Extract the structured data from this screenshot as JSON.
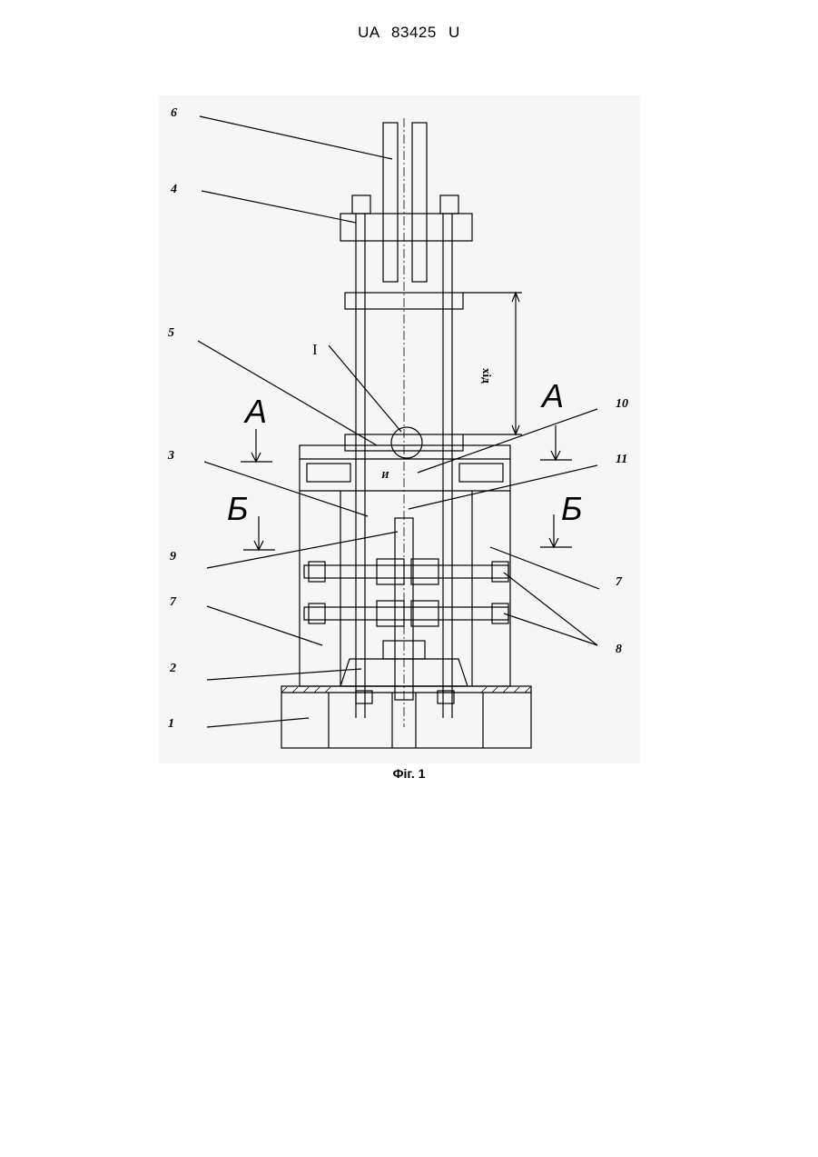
{
  "header": {
    "doc_id": "UA   83425   U"
  },
  "figure": {
    "caption": "Фіг. 1",
    "labels": {
      "n1": "1",
      "n2": "2",
      "n3": "3",
      "n4": "4",
      "n5": "5",
      "n6": "6",
      "n7a": "7",
      "n7b": "7",
      "n8": "8",
      "n9": "9",
      "n10": "10",
      "n11": "11"
    },
    "sections": {
      "a_left": "А",
      "a_right": "А",
      "b_left": "Б",
      "b_right": "Б"
    },
    "detail": "I",
    "stroke_label": "хід",
    "small_label": "И"
  },
  "colors": {
    "ink": "#000000",
    "paper": "#ffffff",
    "shade": "#e9e9e9"
  }
}
